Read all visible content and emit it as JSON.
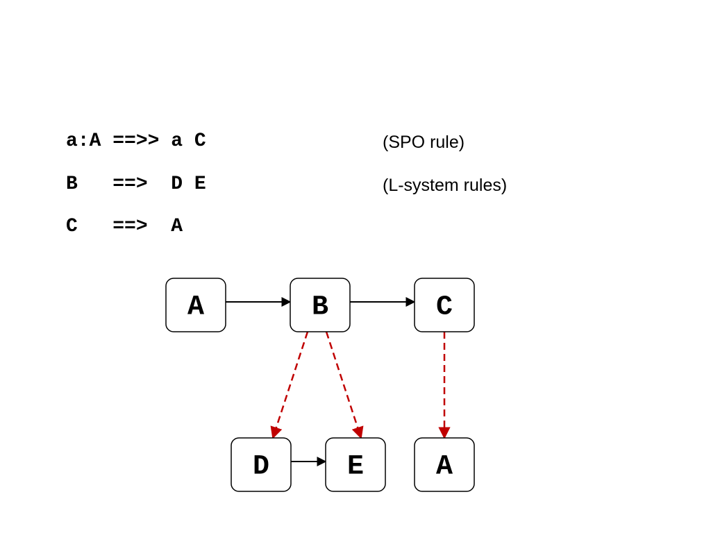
{
  "rules": [
    {
      "id": "rule-1",
      "code": "a:A ==>> a C",
      "note": "(SPO rule)"
    },
    {
      "id": "rule-2",
      "code": "B   ==>  D E",
      "note": "(L-system rules)"
    },
    {
      "id": "rule-3",
      "code": "C   ==>  A",
      "note": ""
    }
  ],
  "diagram": {
    "nodes": [
      {
        "id": "A1",
        "label": "A"
      },
      {
        "id": "B1",
        "label": "B"
      },
      {
        "id": "C1",
        "label": "C"
      },
      {
        "id": "D2",
        "label": "D"
      },
      {
        "id": "E2",
        "label": "E"
      },
      {
        "id": "A2",
        "label": "A"
      }
    ],
    "edges": [
      {
        "from": "A1",
        "to": "B1",
        "style": "solid"
      },
      {
        "from": "B1",
        "to": "C1",
        "style": "solid"
      },
      {
        "from": "D2",
        "to": "E2",
        "style": "solid"
      },
      {
        "from": "B1",
        "to": "D2",
        "style": "dashed"
      },
      {
        "from": "B1",
        "to": "E2",
        "style": "dashed"
      },
      {
        "from": "C1",
        "to": "A2",
        "style": "dashed"
      }
    ],
    "colors": {
      "solid": "#000000",
      "dashed": "#c00000"
    }
  }
}
